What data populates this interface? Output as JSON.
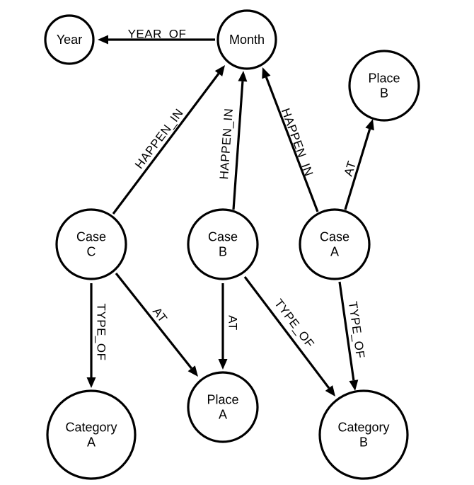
{
  "nodes": [
    {
      "id": "year",
      "lines": [
        "Year"
      ]
    },
    {
      "id": "month",
      "lines": [
        "Month"
      ]
    },
    {
      "id": "place_b",
      "lines": [
        "Place",
        "B"
      ]
    },
    {
      "id": "case_c",
      "lines": [
        "Case",
        "C"
      ]
    },
    {
      "id": "case_b",
      "lines": [
        "Case",
        "B"
      ]
    },
    {
      "id": "case_a",
      "lines": [
        "Case",
        "A"
      ]
    },
    {
      "id": "category_a",
      "lines": [
        "Category",
        "A"
      ]
    },
    {
      "id": "place_a",
      "lines": [
        "Place",
        "A"
      ]
    },
    {
      "id": "category_b",
      "lines": [
        "Category",
        "B"
      ]
    }
  ],
  "edges": [
    {
      "id": "month_year",
      "from": "month",
      "to": "year",
      "label": "YEAR_OF"
    },
    {
      "id": "casec_month",
      "from": "case_c",
      "to": "month",
      "label": "HAPPEN_IN"
    },
    {
      "id": "caseb_month",
      "from": "case_b",
      "to": "month",
      "label": "HAPPEN_IN"
    },
    {
      "id": "casea_month",
      "from": "case_a",
      "to": "month",
      "label": "HAPPEN_IN"
    },
    {
      "id": "casea_placeb",
      "from": "case_a",
      "to": "place_b",
      "label": "AT"
    },
    {
      "id": "casec_categorya",
      "from": "case_c",
      "to": "category_a",
      "label": "TYPE_OF"
    },
    {
      "id": "casec_placea",
      "from": "case_c",
      "to": "place_a",
      "label": "AT"
    },
    {
      "id": "caseb_placea",
      "from": "case_b",
      "to": "place_a",
      "label": "AT"
    },
    {
      "id": "caseb_categoryb",
      "from": "case_b",
      "to": "category_b",
      "label": "TYPE_OF"
    },
    {
      "id": "casea_categoryb",
      "from": "case_a",
      "to": "category_b",
      "label": "TYPE_OF"
    }
  ]
}
